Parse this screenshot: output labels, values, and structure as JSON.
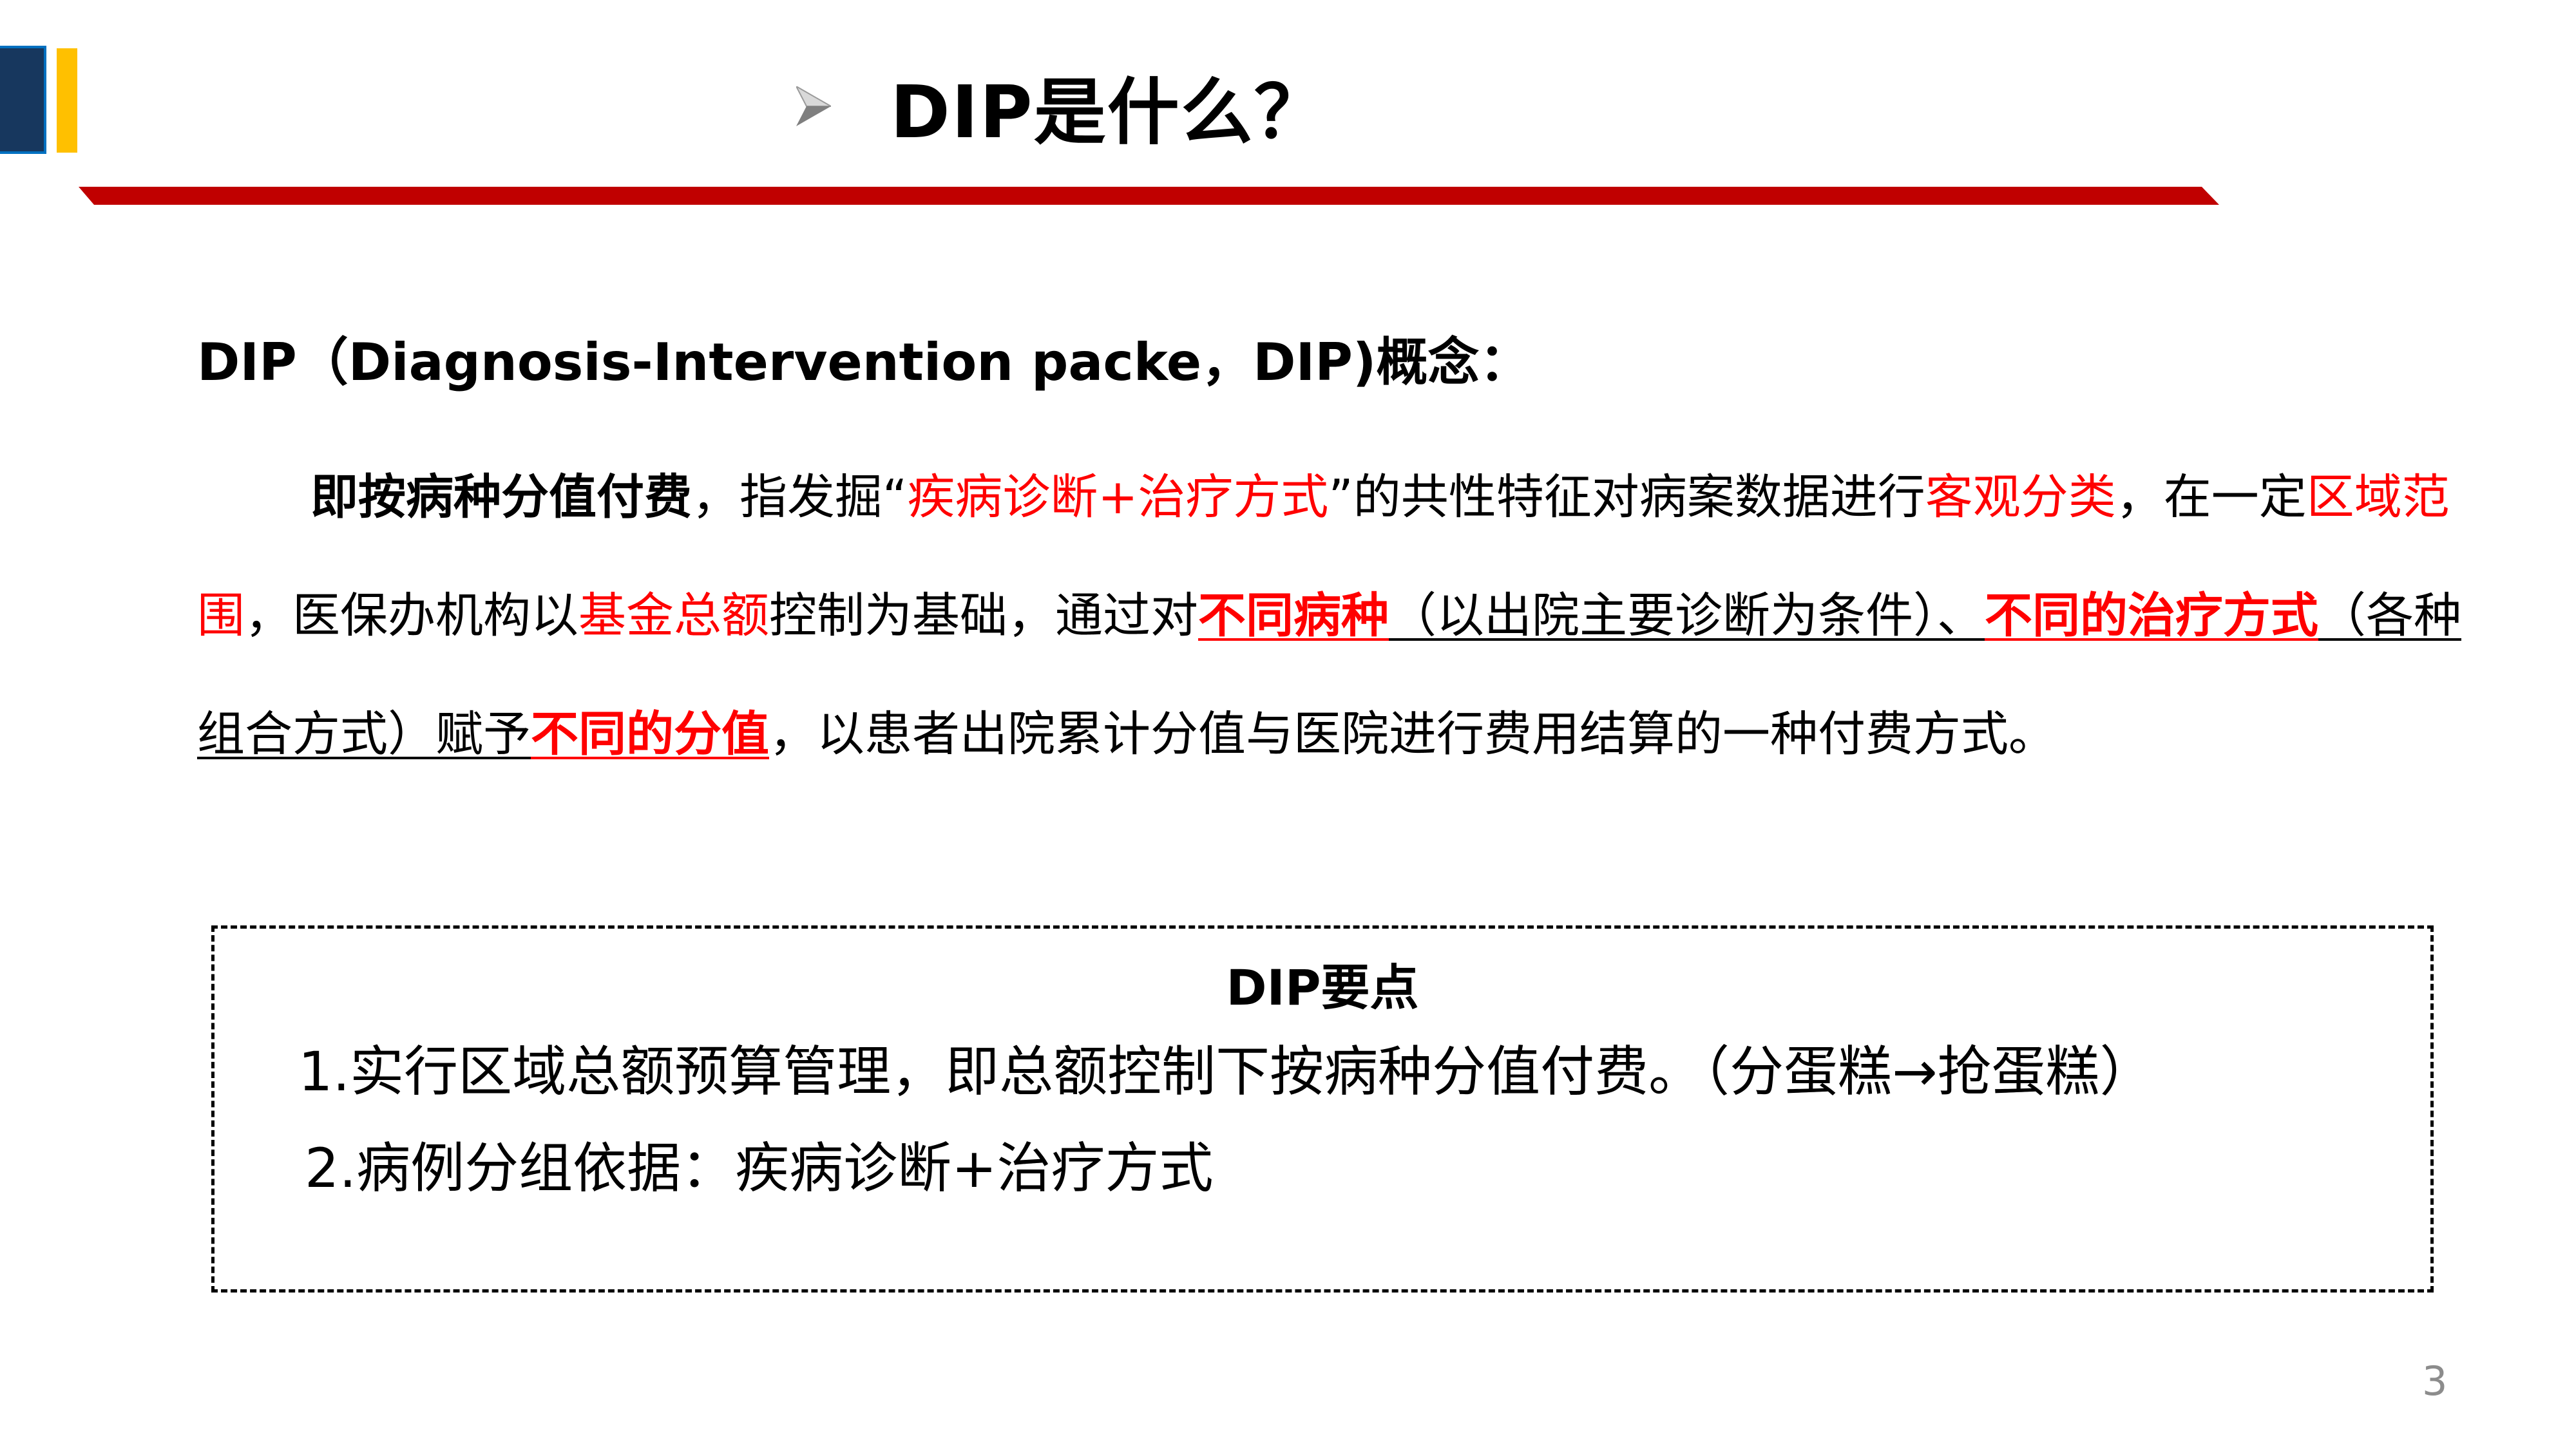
{
  "decor": {
    "accent_blue": "#17375e",
    "accent_blue_border": "#0070c0",
    "accent_yellow": "#ffc000",
    "title_bar_red": "#c00000",
    "highlight_red": "#ff0000",
    "title_bullet_icon": "arrowhead-bullet"
  },
  "header": {
    "title": "DIP是什么？"
  },
  "concept": {
    "heading": "DIP（Diagnosis-Intervention packe，DIP)概念：",
    "paragraph": {
      "s1": "即按病种分值付费",
      "s2": "，指发掘",
      "s3": "“",
      "s4": "疾病诊断+治疗方式",
      "s5": "”",
      "s6": "的共性特征对病案数据进行",
      "s7": "客观分类",
      "s8": "，在一定",
      "s9": "区域范围",
      "s10": "，医保办机构以",
      "s11": "基金总额",
      "s12": "控制为基础，通过对",
      "s13": "不同病种",
      "s14": "（以出院主要诊断为条件）、",
      "s15": "不同的治疗方式",
      "s16": "（各种组合方式）赋予",
      "s17": "不同的分值",
      "s18": "，以患者出院累计分值与医院进行费用结算的一种付费方式。"
    }
  },
  "keypoints": {
    "title": "DIP要点",
    "items": [
      "1.实行区域总额预算管理，即总额控制下按病种分值付费。（分蛋糕→抢蛋糕）",
      "2.病例分组依据：疾病诊断+治疗方式"
    ]
  },
  "footer": {
    "page_number": "3"
  }
}
